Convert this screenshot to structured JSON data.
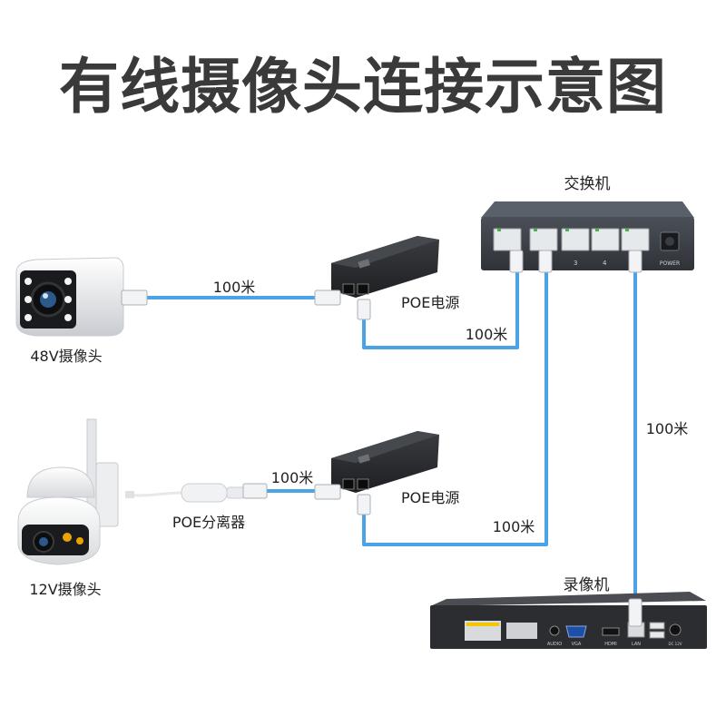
{
  "title": "有线摄像头连接示意图",
  "devices": {
    "switch_label": "交换机",
    "switch_port_3": "3",
    "switch_port_4": "4",
    "switch_power": "POWER",
    "poe_power_1": "POE电源",
    "poe_power_2": "POE电源",
    "camera_48v": "48V摄像头",
    "camera_12v": "12V摄像头",
    "poe_splitter": "POE分离器",
    "nvr_label": "录像机",
    "nvr_port_audio": "AUDIO",
    "nvr_port_vga": "VGA",
    "nvr_port_hdmi": "HDMI",
    "nvr_port_lan": "LAN",
    "nvr_port_dc": "DC 12V"
  },
  "cables": {
    "cam48_to_poe": "100米",
    "poe1_to_switch": "100米",
    "switch_to_nvr": "100米",
    "splitter_to_poe": "100米",
    "poe2_to_switch": "100米"
  },
  "colors": {
    "cable": "#4aa3e6",
    "device_dark": "#2e3035",
    "title": "#3a3a3a"
  }
}
